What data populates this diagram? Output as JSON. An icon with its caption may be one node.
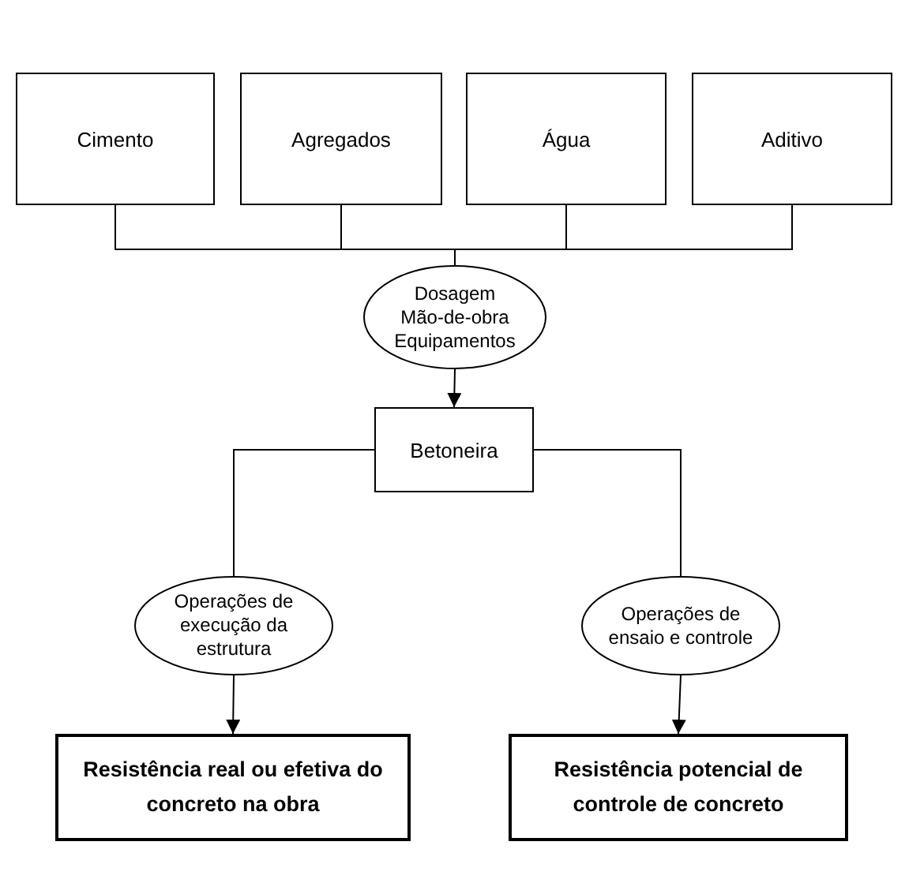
{
  "diagram": {
    "nodes": [
      {
        "text": [
          "Cimento"
        ]
      },
      {
        "text": [
          "Agregados"
        ]
      },
      {
        "text": [
          "Água"
        ]
      },
      {
        "text": [
          "Aditivo"
        ]
      },
      {
        "text": [
          "Dosagem",
          "Mão-de-obra",
          "Equipamentos"
        ]
      },
      {
        "text": [
          "Betoneira"
        ]
      },
      {
        "text": [
          "Operações de execução da estrutura"
        ]
      },
      {
        "text": [
          "Operações de ensaio e controle"
        ]
      },
      {
        "text": [
          "Resistência real ou efetiva do concreto na obra"
        ]
      },
      {
        "text": [
          "Resistência potencial de controle de concreto"
        ]
      }
    ],
    "edges": [
      {
        "from": 0,
        "to": 4,
        "arrow": "none"
      },
      {
        "from": 1,
        "to": 4,
        "arrow": "none"
      },
      {
        "from": 2,
        "to": 4,
        "arrow": "none"
      },
      {
        "from": 3,
        "to": 4,
        "arrow": "none"
      },
      {
        "from": 4,
        "to": 5,
        "arrow": "to"
      },
      {
        "from": 5,
        "to": 6,
        "arrow": "none"
      },
      {
        "from": 5,
        "to": 7,
        "arrow": "none"
      },
      {
        "from": 6,
        "to": 8,
        "arrow": "to"
      },
      {
        "from": 7,
        "to": 9,
        "arrow": "to"
      }
    ]
  }
}
